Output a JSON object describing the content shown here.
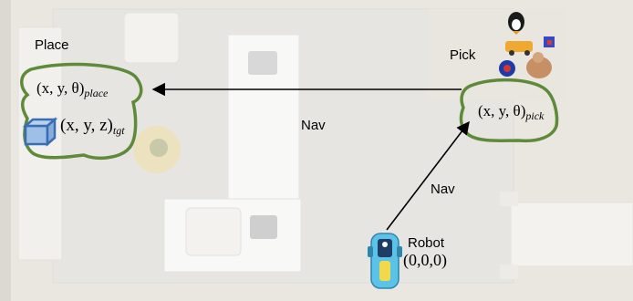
{
  "labels": {
    "place": "Place",
    "pick": "Pick",
    "nav_top": "Nav",
    "nav_diag": "Nav",
    "robot": "Robot",
    "origin": "(0,0,0)"
  },
  "math": {
    "place_pose": {
      "main": "(x, y, θ)",
      "sub": "place"
    },
    "pick_pose": {
      "main": "(x, y, θ)",
      "sub": "pick"
    },
    "target": {
      "main": "(x, y, z)",
      "sub": "tgt"
    }
  },
  "colors": {
    "region_outline": "#5f8a3a",
    "arrow": "#000000",
    "cube": "#3a6db3",
    "robot_body": "#5bc3e8",
    "robot_accent": "#1d3d66"
  },
  "icons": {
    "target_marker": "cube-icon",
    "robot_marker": "robot-icon",
    "pick_objects": [
      "penguin-toy-icon",
      "toy-car-icon",
      "toy-cube-icon",
      "ball-icon",
      "plush-toy-icon"
    ]
  }
}
